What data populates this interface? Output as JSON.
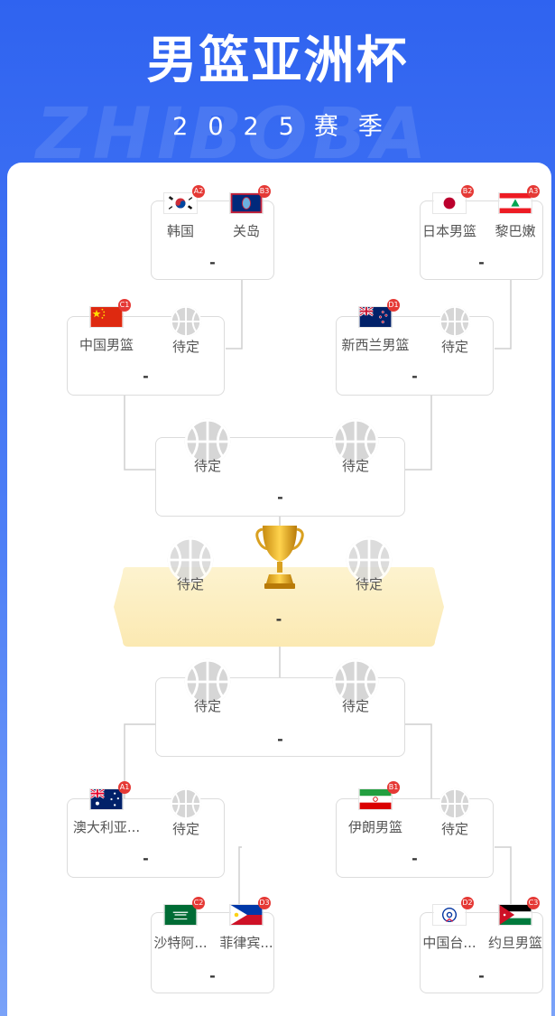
{
  "header": {
    "title": "男篮亚洲杯",
    "subtitle": "2025赛季",
    "watermark": "ZHIBOBA"
  },
  "pending_label": "待定",
  "matches": {
    "top_left_r1": {
      "team1": "韩国",
      "team1_seed": "A2",
      "team2": "关岛",
      "team2_seed": "B3",
      "score": "-"
    },
    "top_right_r1": {
      "team1": "日本男篮",
      "team1_seed": "B2",
      "team2": "黎巴嫩",
      "team2_seed": "A3",
      "score": "-"
    },
    "top_left_qf": {
      "team1": "中国男篮",
      "team1_seed": "C1",
      "team2": "待定",
      "score": "-"
    },
    "top_right_qf": {
      "team1": "新西兰男篮",
      "team1_seed": "D1",
      "team2": "待定",
      "score": "-"
    },
    "top_sf": {
      "team1": "待定",
      "team2": "待定",
      "score": "-"
    },
    "final": {
      "team1": "待定",
      "team2": "待定",
      "score": "-"
    },
    "bottom_sf": {
      "team1": "待定",
      "team2": "待定",
      "score": "-"
    },
    "bottom_left_qf": {
      "team1": "澳大利亚...",
      "team1_seed": "A1",
      "team2": "待定",
      "score": "-"
    },
    "bottom_right_qf": {
      "team1": "伊朗男篮",
      "team1_seed": "B1",
      "team2": "待定",
      "score": "-"
    },
    "bottom_left_r1": {
      "team1": "沙特阿...",
      "team1_seed": "C2",
      "team2": "菲律宾...",
      "team2_seed": "D3",
      "score": "-"
    },
    "bottom_right_r1": {
      "team1": "中国台...",
      "team1_seed": "D2",
      "team2": "约旦男篮",
      "team2_seed": "C3",
      "score": "-"
    }
  },
  "colors": {
    "header_blue": "#2f63f0",
    "seed_red": "#e53935",
    "final_gold": "#fdf2c8",
    "line_gray": "#cfcfcf"
  },
  "icons": {
    "pending": "basketball-icon",
    "champion": "trophy-icon"
  }
}
